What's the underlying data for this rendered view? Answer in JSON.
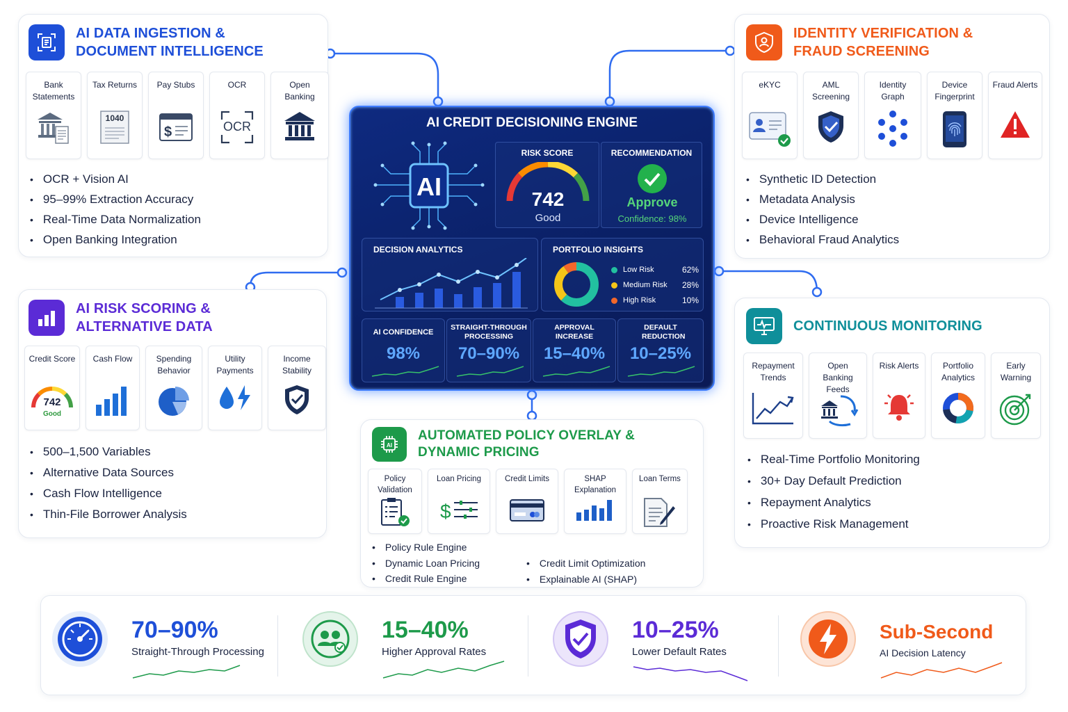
{
  "colors": {
    "blue": "#1e4fd8",
    "orange": "#f05a1a",
    "purple": "#5b2bd6",
    "teal": "#0f8f9a",
    "green": "#1d9a4a",
    "navy": "#0a1f63"
  },
  "ingestion": {
    "title": "AI DATA INGESTION & DOCUMENT INTELLIGENCE",
    "tiles": [
      {
        "label": "Bank Statements",
        "icon": "bank-statement-icon"
      },
      {
        "label": "Tax Returns",
        "icon": "tax-form-icon",
        "form_number": "1040"
      },
      {
        "label": "Pay Stubs",
        "icon": "pay-stub-icon"
      },
      {
        "label": "OCR",
        "icon": "ocr-scan-icon",
        "icon_text": "OCR"
      },
      {
        "label": "Open Banking",
        "icon": "bank-building-icon"
      }
    ],
    "bullets": [
      "OCR + Vision AI",
      "95–99% Extraction Accuracy",
      "Real-Time Data Normalization",
      "Open Banking Integration"
    ]
  },
  "identity": {
    "title": "IDENTITY VERIFICATION & FRAUD SCREENING",
    "tiles": [
      {
        "label": "eKYC",
        "icon": "id-card-check-icon"
      },
      {
        "label": "AML Screening",
        "icon": "shield-check-icon"
      },
      {
        "label": "Identity Graph",
        "icon": "network-graph-icon"
      },
      {
        "label": "Device Fingerprint",
        "icon": "fingerprint-phone-icon"
      },
      {
        "label": "Fraud Alerts",
        "icon": "warning-triangle-icon"
      }
    ],
    "bullets": [
      "Synthetic ID Detection",
      "Metadata Analysis",
      "Device Intelligence",
      "Behavioral Fraud Analytics"
    ]
  },
  "risk": {
    "title": "AI RISK SCORING & ALTERNATIVE DATA",
    "tiles": [
      {
        "label": "Credit Score",
        "icon": "credit-gauge-icon",
        "value": "742",
        "rating": "Good"
      },
      {
        "label": "Cash Flow",
        "icon": "bar-chart-icon"
      },
      {
        "label": "Spending Behavior",
        "icon": "pie-chart-icon"
      },
      {
        "label": "Utility Payments",
        "icon": "water-bolt-icon"
      },
      {
        "label": "Income Stability",
        "icon": "shield-check-icon"
      }
    ],
    "bullets": [
      "500–1,500 Variables",
      "Alternative Data Sources",
      "Cash Flow Intelligence",
      "Thin-File Borrower Analysis"
    ]
  },
  "monitoring": {
    "title": "CONTINUOUS MONITORING",
    "tiles": [
      {
        "label": "Repayment Trends",
        "icon": "trend-line-icon"
      },
      {
        "label": "Open Banking Feeds",
        "icon": "bank-sync-icon"
      },
      {
        "label": "Risk Alerts",
        "icon": "bell-alert-icon"
      },
      {
        "label": "Portfolio Analytics",
        "icon": "donut-chart-icon"
      },
      {
        "label": "Early Warning",
        "icon": "target-icon"
      }
    ],
    "bullets": [
      "Real-Time Portfolio Monitoring",
      "30+ Day Default Prediction",
      "Repayment Analytics",
      "Proactive Risk Management"
    ]
  },
  "policy": {
    "title": "AUTOMATED POLICY OVERLAY & DYNAMIC PRICING",
    "tiles": [
      {
        "label": "Policy Validation",
        "icon": "checklist-icon"
      },
      {
        "label": "Loan Pricing",
        "icon": "dollar-sliders-icon"
      },
      {
        "label": "Credit Limits",
        "icon": "credit-card-icon"
      },
      {
        "label": "SHAP Explanation",
        "icon": "bar-chart-icon"
      },
      {
        "label": "Loan Terms",
        "icon": "document-pen-icon"
      }
    ],
    "bullets_left": [
      "Policy Rule Engine",
      "Dynamic Loan Pricing",
      "Credit Rule Engine"
    ],
    "bullets_right": [
      "Credit Limit Optimization",
      "Explainable AI (SHAP)"
    ]
  },
  "engine": {
    "title": "AI CREDIT DECISIONING ENGINE",
    "chip_text": "AI",
    "risk_score": {
      "label": "RISK SCORE",
      "value": "742",
      "rating": "Good"
    },
    "recommendation": {
      "label": "RECOMMENDATION",
      "decision": "Approve",
      "confidence": "Confidence: 98%"
    },
    "analytics": {
      "label": "DECISION ANALYTICS"
    },
    "portfolio": {
      "label": "PORTFOLIO INSIGHTS",
      "segments": [
        {
          "name": "Low Risk",
          "pct": "62%",
          "value": 62,
          "color": "#22c0a0"
        },
        {
          "name": "Medium Risk",
          "pct": "28%",
          "value": 28,
          "color": "#f5c518"
        },
        {
          "name": "High Risk",
          "pct": "10%",
          "value": 10,
          "color": "#f2672a"
        }
      ]
    },
    "kpis": [
      {
        "label": "AI CONFIDENCE",
        "value": "98%"
      },
      {
        "label": "STRAIGHT-THROUGH PROCESSING",
        "value": "70–90%"
      },
      {
        "label": "APPROVAL INCREASE",
        "value": "15–40%"
      },
      {
        "label": "DEFAULT REDUCTION",
        "value": "10–25%"
      }
    ]
  },
  "stats": [
    {
      "value": "70–90%",
      "label": "Straight-Through Processing",
      "icon": "speedometer-icon",
      "color": "#1e4fd8"
    },
    {
      "value": "15–40%",
      "label": "Higher Approval Rates",
      "icon": "users-check-icon",
      "color": "#1d9a4a"
    },
    {
      "value": "10–25%",
      "label": "Lower Default Rates",
      "icon": "shield-check-icon",
      "color": "#5b2bd6"
    },
    {
      "value": "Sub-Second",
      "label": "AI Decision Latency",
      "icon": "lightning-icon",
      "color": "#f05a1a"
    }
  ]
}
